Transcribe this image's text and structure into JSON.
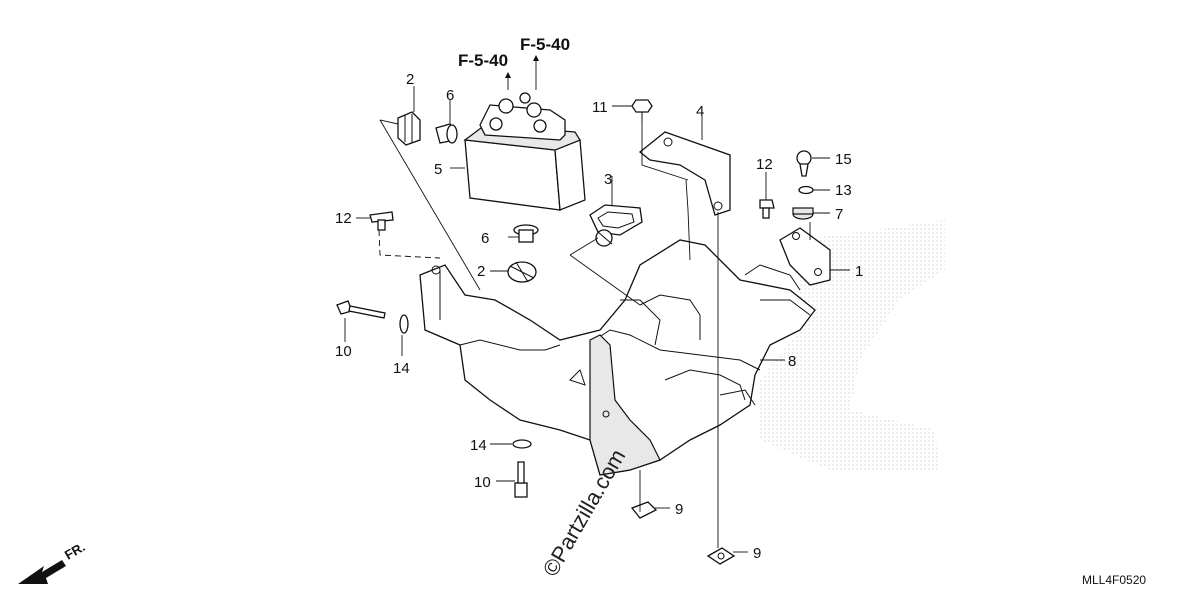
{
  "callouts": {
    "c1": "1",
    "c2a": "2",
    "c2b": "2",
    "c3": "3",
    "c4": "4",
    "c5": "5",
    "c6a": "6",
    "c6b": "6",
    "c7": "7",
    "c8": "8",
    "c9a": "9",
    "c9b": "9",
    "c10a": "10",
    "c10b": "10",
    "c11": "11",
    "c12a": "12",
    "c12b": "12",
    "c13": "13",
    "c14a": "14",
    "c14b": "14",
    "c15": "15"
  },
  "references": {
    "ref1": "F-5-40",
    "ref2": "F-5-40"
  },
  "direction_label": "FR.",
  "watermark": "©Partzilla.com",
  "diagram_code": "MLL4F0520"
}
